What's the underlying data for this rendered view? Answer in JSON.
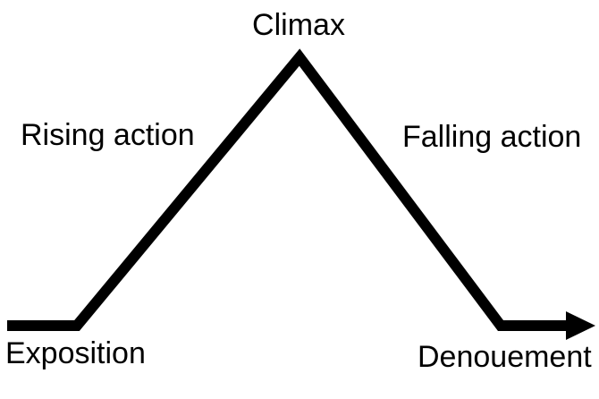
{
  "diagram": {
    "type": "story-arc-plot-structure",
    "line_color": "#000000",
    "background_color": "#ffffff",
    "stages_in_order": [
      "Exposition",
      "Rising action",
      "Climax",
      "Falling action",
      "Denouement"
    ]
  },
  "labels": {
    "climax": "Climax",
    "rising_action": "Rising action",
    "falling_action": "Falling action",
    "exposition": "Exposition",
    "denouement": "Denouement"
  }
}
